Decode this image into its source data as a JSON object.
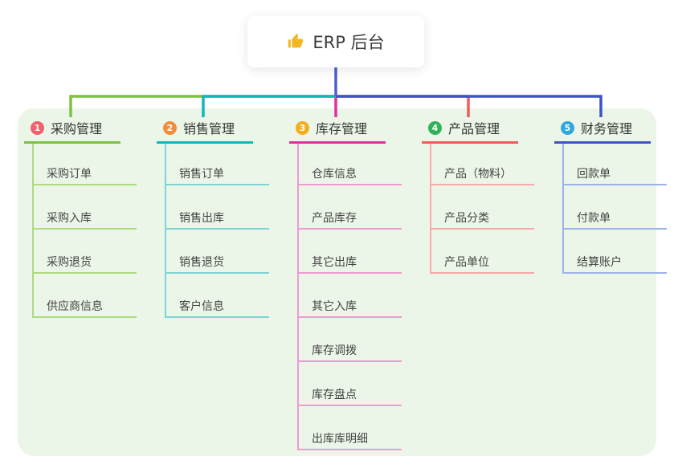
{
  "root": {
    "title": "ERP 后台",
    "icon": "thumbs-up-icon",
    "icon_color": "#f2b722"
  },
  "branches": [
    {
      "badge": "1",
      "label": "采购管理",
      "badge_color": "#f2606b",
      "line_color": "#7cc244",
      "sub_line_color": "#aeda80",
      "children": [
        "采购订单",
        "采购入库",
        "采购退货",
        "供应商信息"
      ]
    },
    {
      "badge": "2",
      "label": "销售管理",
      "badge_color": "#f28c3c",
      "line_color": "#0fb8b8",
      "sub_line_color": "#7ed3d3",
      "children": [
        "销售订单",
        "销售出库",
        "销售退货",
        "客户信息"
      ]
    },
    {
      "badge": "3",
      "label": "库存管理",
      "badge_color": "#f2ae1c",
      "line_color": "#e0309e",
      "sub_line_color": "#f09ad0",
      "children": [
        "仓库信息",
        "产品库存",
        "其它出库",
        "其它入库",
        "库存调拨",
        "库存盘点",
        "出库库明细"
      ]
    },
    {
      "badge": "4",
      "label": "产品管理",
      "badge_color": "#2fb259",
      "line_color": "#f25b5b",
      "sub_line_color": "#f8a9a9",
      "children": [
        "产品（物料）",
        "产品分类",
        "产品单位"
      ]
    },
    {
      "badge": "5",
      "label": "财务管理",
      "badge_color": "#2ea7dd",
      "line_color": "#3d55c4",
      "sub_line_color": "#9db2e8",
      "children": [
        "回款单",
        "付款单",
        "结算账户"
      ]
    }
  ],
  "colors": {
    "canvas_bg": "#ecf6e8",
    "root_stub": "#4a5ed2"
  }
}
